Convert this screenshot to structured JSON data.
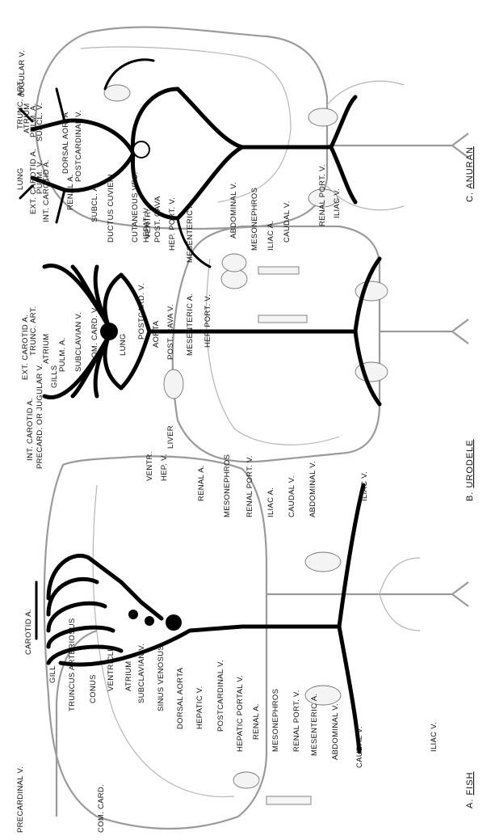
{
  "panels": [
    {
      "id": "fish",
      "letter": "A.",
      "title": "FISH",
      "labels": [
        "PRECARDINAL V.",
        "CAROTID A.",
        "GILL",
        "TRUNCUS ARTERIOSUS",
        "CONUS",
        "VENTRICLE",
        "ATRIUM",
        "SUBCLAVIAN V.",
        "SINUS VENOSUS",
        "DORSAL AORTA",
        "HEPATIC V.",
        "POSTCARDINAL V.",
        "HEPATIC PORTAL V.",
        "RENAL A.",
        "MESONEPHROS",
        "RENAL PORT. V.",
        "MESENTERIC A.",
        "ABDOMINAL V.",
        "CAUDAL V.",
        "ILIAC V.",
        "COM. CARD."
      ]
    },
    {
      "id": "urodele",
      "letter": "B.",
      "title": "URODELE",
      "labels": [
        "PRECARD. OR JUGULAR V.",
        "INT. CAROTID A.",
        "EXT. CAROTID A.",
        "TRUNC. ART.",
        "ATRIUM",
        "PULM. A.",
        "SUBCLAVIAN V.",
        "COM. CARD. V.",
        "LUNG",
        "POSTCARD. V.",
        "AORTA",
        "POST. CAVA V.",
        "MESENTERIC A.",
        "HEP. PORT. V.",
        "GILLS",
        "VENTR.",
        "HEP. V.",
        "LIVER",
        "RENAL A.",
        "MESONEPHROS",
        "RENAL PORT. V.",
        "ILIAC A.",
        "CAUDAL V.",
        "ABDOMINAL V.",
        "ILIAC V."
      ]
    },
    {
      "id": "anuran",
      "letter": "C.",
      "title": "ANURAN",
      "labels": [
        "EXT. CAROTID A.",
        "INT. CAROTID A.",
        "SUBCL. A.",
        "DUCTUS CUVIERI",
        "JUGULAR V.",
        "TRUNC. ART.",
        "ATRIUM",
        "PULM. A.",
        "SUBCL. V.",
        "LUNG",
        "PULM. V.",
        "DORSAL AORTA",
        "POSTCARDINAL V.",
        "RENAL A.",
        "VENTR.",
        "CUTANEOUS VES.",
        "HEPAT. V.",
        "POST. CAVA",
        "HEP. PORT. V.",
        "MESENTERIC A.",
        "ABDOMINAL V.",
        "MESONEPHROS",
        "ILIAC A.",
        "CAUDAL V.",
        "RENAL PORT. V.",
        "ILIAC V."
      ]
    }
  ]
}
